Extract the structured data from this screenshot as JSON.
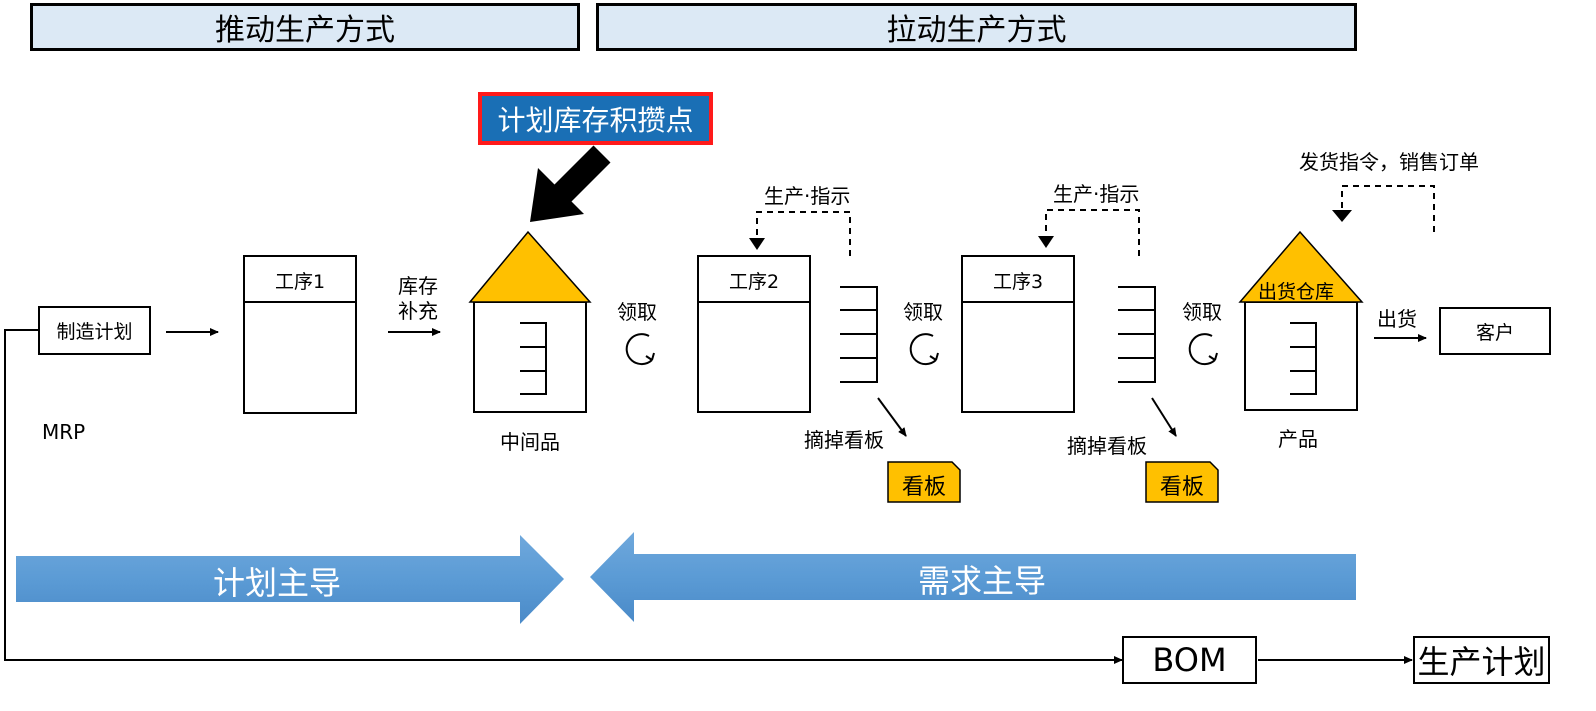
{
  "headers": {
    "push": "推动生产方式",
    "pull": "拉动生产方式"
  },
  "callout": "计划库存积攒点",
  "plan": {
    "mfg_plan": "制造计划",
    "mrp": "MRP"
  },
  "processes": {
    "p1": "工序1",
    "p2": "工序2",
    "p3": "工序3"
  },
  "labels": {
    "replenish_line1": "库存",
    "replenish_line2": "补充",
    "withdraw": "领取",
    "intermediate": "中间品",
    "instruction": "生产·指示",
    "remove_kanban": "摘掉看板",
    "kanban": "看板",
    "shipping_warehouse": "出货仓库",
    "product": "产品",
    "ship": "出货",
    "customer": "客户",
    "order": "发货指令，销售订单"
  },
  "band": {
    "plan_led": "计划主导",
    "demand_led": "需求主导"
  },
  "bottom": {
    "bom": "BOM",
    "production_plan": "生产计划"
  },
  "colors": {
    "header_fill": "#dce9f5",
    "callout_fill": "#1a6fb5",
    "callout_border": "#ff1a1a",
    "warehouse_roof": "#ffc000",
    "band_blue": "#5b9bd5"
  }
}
